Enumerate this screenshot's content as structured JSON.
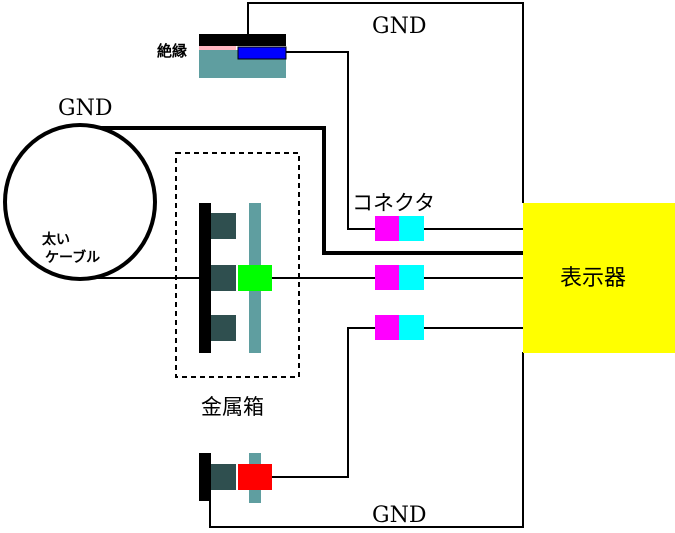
{
  "labels": {
    "gnd_top": "GND",
    "gnd_left": "GND",
    "gnd_bottom": "GND",
    "insulation": "絶縁",
    "connector": "コネクタ",
    "display": "表示器",
    "thick_cable_line1": "太い",
    "thick_cable_line2": "ケーブル",
    "metal_box": "金属箱"
  },
  "colors": {
    "wire": "#000000",
    "display_fill": "#ffff00",
    "connector_plug": "#ff00ff",
    "connector_socket": "#00ffff",
    "block_dark": "#2f4f4f",
    "plate_teal": "#5f9ea0",
    "green_component": "#00ff00",
    "red_component": "#ff0000",
    "insulation_pink": "#ffb6c1",
    "insulation_blue": "#0000ff",
    "insulation_base": "#5f9ea0"
  }
}
